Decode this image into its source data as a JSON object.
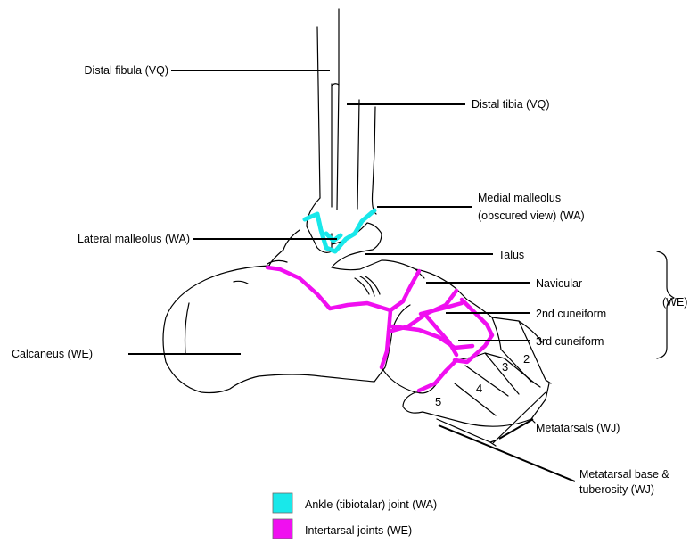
{
  "labels": {
    "distal_fibula": "Distal fibula (VQ)",
    "distal_tibia": "Distal tibia (VQ)",
    "medial_malleolus_line1": "Medial malleolus",
    "medial_malleolus_line2": "(obscured view) (WA)",
    "lateral_malleolus": "Lateral malleolus (WA)",
    "talus": "Talus",
    "navicular": "Navicular",
    "cuneiform_2nd": "2nd cuneiform",
    "cuneiform_3rd": "3rd cuneiform",
    "we_bracket": "(WE)",
    "calcaneus": "Calcaneus (WE)",
    "metatarsals": "Metatarsals (WJ)",
    "metatarsal_base_line1": "Metatarsal base &",
    "metatarsal_base_line2": "tuberosity (WJ)"
  },
  "metatarsal_numbers": [
    "2",
    "3",
    "4",
    "5"
  ],
  "legend": [
    {
      "label": "Ankle (tibiotalar) joint (WA)",
      "color": "#19e8ea"
    },
    {
      "label": "Intertarsal joints (WE)",
      "color": "#f00ff0"
    }
  ]
}
